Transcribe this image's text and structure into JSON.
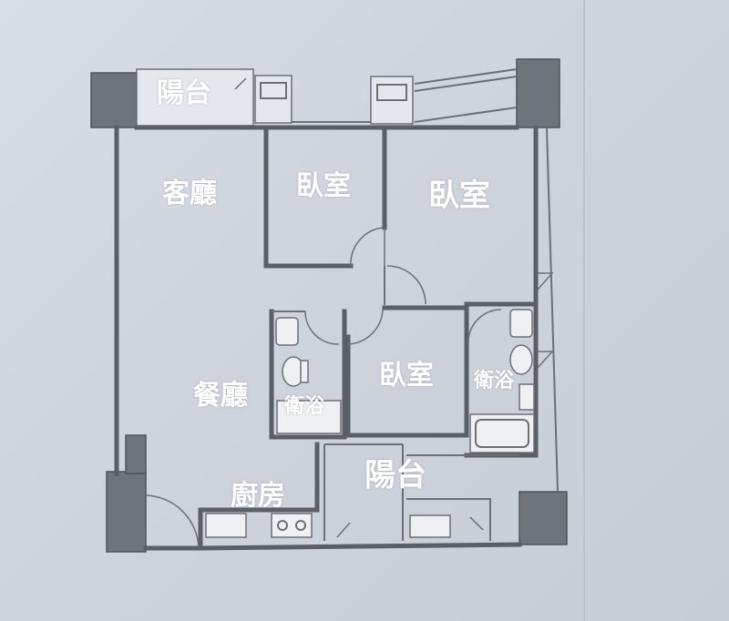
{
  "rooms": {
    "balcony_top": "陽台",
    "living_room": "客廳",
    "bedroom_1": "臥室",
    "bedroom_2": "臥室",
    "bedroom_3": "臥室",
    "dining_room": "餐廳",
    "bathroom_1": "衛浴",
    "bathroom_2": "衛浴",
    "kitchen": "廚房",
    "balcony_bottom": "陽台"
  }
}
